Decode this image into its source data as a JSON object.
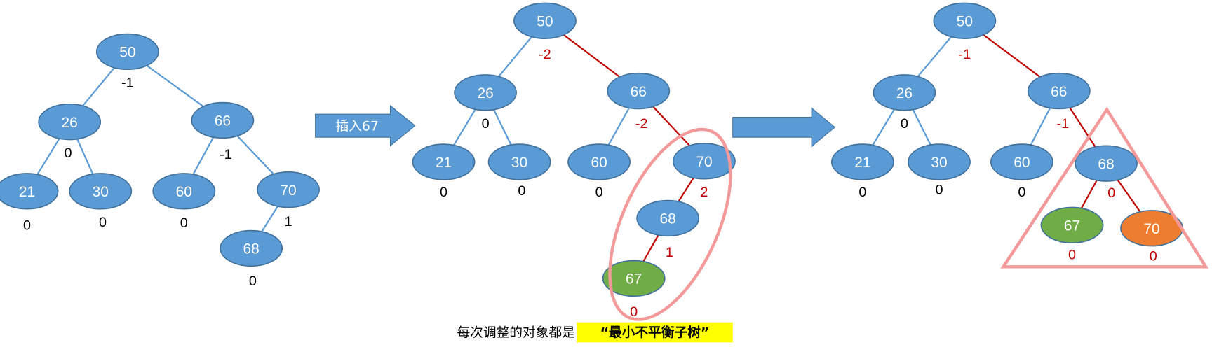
{
  "colors": {
    "node": "#5B9BD5",
    "node_stroke": "#41719C",
    "edge": "#5B9BD5",
    "highlight_edge": "#C00000",
    "balance_black": "#000000",
    "balance_red": "#C00000",
    "inserted_node": "#70AD47",
    "moved_node": "#ED7D31",
    "outline": "#F4999A",
    "highlight_bg": "#FFFF00"
  },
  "arrow1": {
    "label": "插入67"
  },
  "trees": [
    {
      "name": "before-insert",
      "nodes": [
        {
          "id": "50",
          "value": "50",
          "balance": "-1",
          "fill": "node",
          "balance_color": "black"
        },
        {
          "id": "26",
          "value": "26",
          "balance": "0",
          "fill": "node",
          "balance_color": "black"
        },
        {
          "id": "66",
          "value": "66",
          "balance": "-1",
          "fill": "node",
          "balance_color": "black"
        },
        {
          "id": "21",
          "value": "21",
          "balance": "0",
          "fill": "node",
          "balance_color": "black"
        },
        {
          "id": "30",
          "value": "30",
          "balance": "0",
          "fill": "node",
          "balance_color": "black"
        },
        {
          "id": "60",
          "value": "60",
          "balance": "0",
          "fill": "node",
          "balance_color": "black"
        },
        {
          "id": "70",
          "value": "70",
          "balance": "1",
          "fill": "node",
          "balance_color": "black"
        },
        {
          "id": "68",
          "value": "68",
          "balance": "0",
          "fill": "node",
          "balance_color": "black"
        }
      ],
      "edges": [
        [
          "50",
          "26",
          false
        ],
        [
          "50",
          "66",
          false
        ],
        [
          "26",
          "21",
          false
        ],
        [
          "26",
          "30",
          false
        ],
        [
          "66",
          "60",
          false
        ],
        [
          "66",
          "70",
          false
        ],
        [
          "70",
          "68",
          false
        ]
      ]
    },
    {
      "name": "after-insert",
      "nodes": [
        {
          "id": "50",
          "value": "50",
          "balance": "-2",
          "fill": "node",
          "balance_color": "red"
        },
        {
          "id": "26",
          "value": "26",
          "balance": "0",
          "fill": "node",
          "balance_color": "black"
        },
        {
          "id": "66",
          "value": "66",
          "balance": "-2",
          "fill": "node",
          "balance_color": "red"
        },
        {
          "id": "21",
          "value": "21",
          "balance": "0",
          "fill": "node",
          "balance_color": "black"
        },
        {
          "id": "30",
          "value": "30",
          "balance": "0",
          "fill": "node",
          "balance_color": "black"
        },
        {
          "id": "60",
          "value": "60",
          "balance": "0",
          "fill": "node",
          "balance_color": "black"
        },
        {
          "id": "70",
          "value": "70",
          "balance": "2",
          "fill": "node",
          "balance_color": "red"
        },
        {
          "id": "68",
          "value": "68",
          "balance": "1",
          "fill": "node",
          "balance_color": "red"
        },
        {
          "id": "67",
          "value": "67",
          "balance": "0",
          "fill": "inserted_node",
          "balance_color": "red"
        }
      ],
      "edges": [
        [
          "50",
          "26",
          false
        ],
        [
          "50",
          "66",
          true
        ],
        [
          "26",
          "21",
          false
        ],
        [
          "26",
          "30",
          false
        ],
        [
          "66",
          "60",
          false
        ],
        [
          "66",
          "70",
          true
        ],
        [
          "70",
          "68",
          true
        ],
        [
          "68",
          "67",
          true
        ]
      ]
    },
    {
      "name": "after-rotation",
      "nodes": [
        {
          "id": "50",
          "value": "50",
          "balance": "-1",
          "fill": "node",
          "balance_color": "red"
        },
        {
          "id": "26",
          "value": "26",
          "balance": "0",
          "fill": "node",
          "balance_color": "black"
        },
        {
          "id": "66",
          "value": "66",
          "balance": "-1",
          "fill": "node",
          "balance_color": "red"
        },
        {
          "id": "21",
          "value": "21",
          "balance": "0",
          "fill": "node",
          "balance_color": "black"
        },
        {
          "id": "30",
          "value": "30",
          "balance": "0",
          "fill": "node",
          "balance_color": "black"
        },
        {
          "id": "60",
          "value": "60",
          "balance": "0",
          "fill": "node",
          "balance_color": "black"
        },
        {
          "id": "68",
          "value": "68",
          "balance": "0",
          "fill": "node",
          "balance_color": "red"
        },
        {
          "id": "67",
          "value": "67",
          "balance": "0",
          "fill": "inserted_node",
          "balance_color": "red"
        },
        {
          "id": "70",
          "value": "70",
          "balance": "0",
          "fill": "moved_node",
          "balance_color": "red"
        }
      ],
      "edges": [
        [
          "50",
          "26",
          false
        ],
        [
          "50",
          "66",
          true
        ],
        [
          "26",
          "21",
          false
        ],
        [
          "26",
          "30",
          false
        ],
        [
          "66",
          "60",
          false
        ],
        [
          "66",
          "68",
          true
        ],
        [
          "68",
          "67",
          true
        ],
        [
          "68",
          "70",
          true
        ]
      ]
    }
  ],
  "caption": {
    "text": "每次调整的对象都是",
    "highlight": "“最小不平衡子树”"
  }
}
